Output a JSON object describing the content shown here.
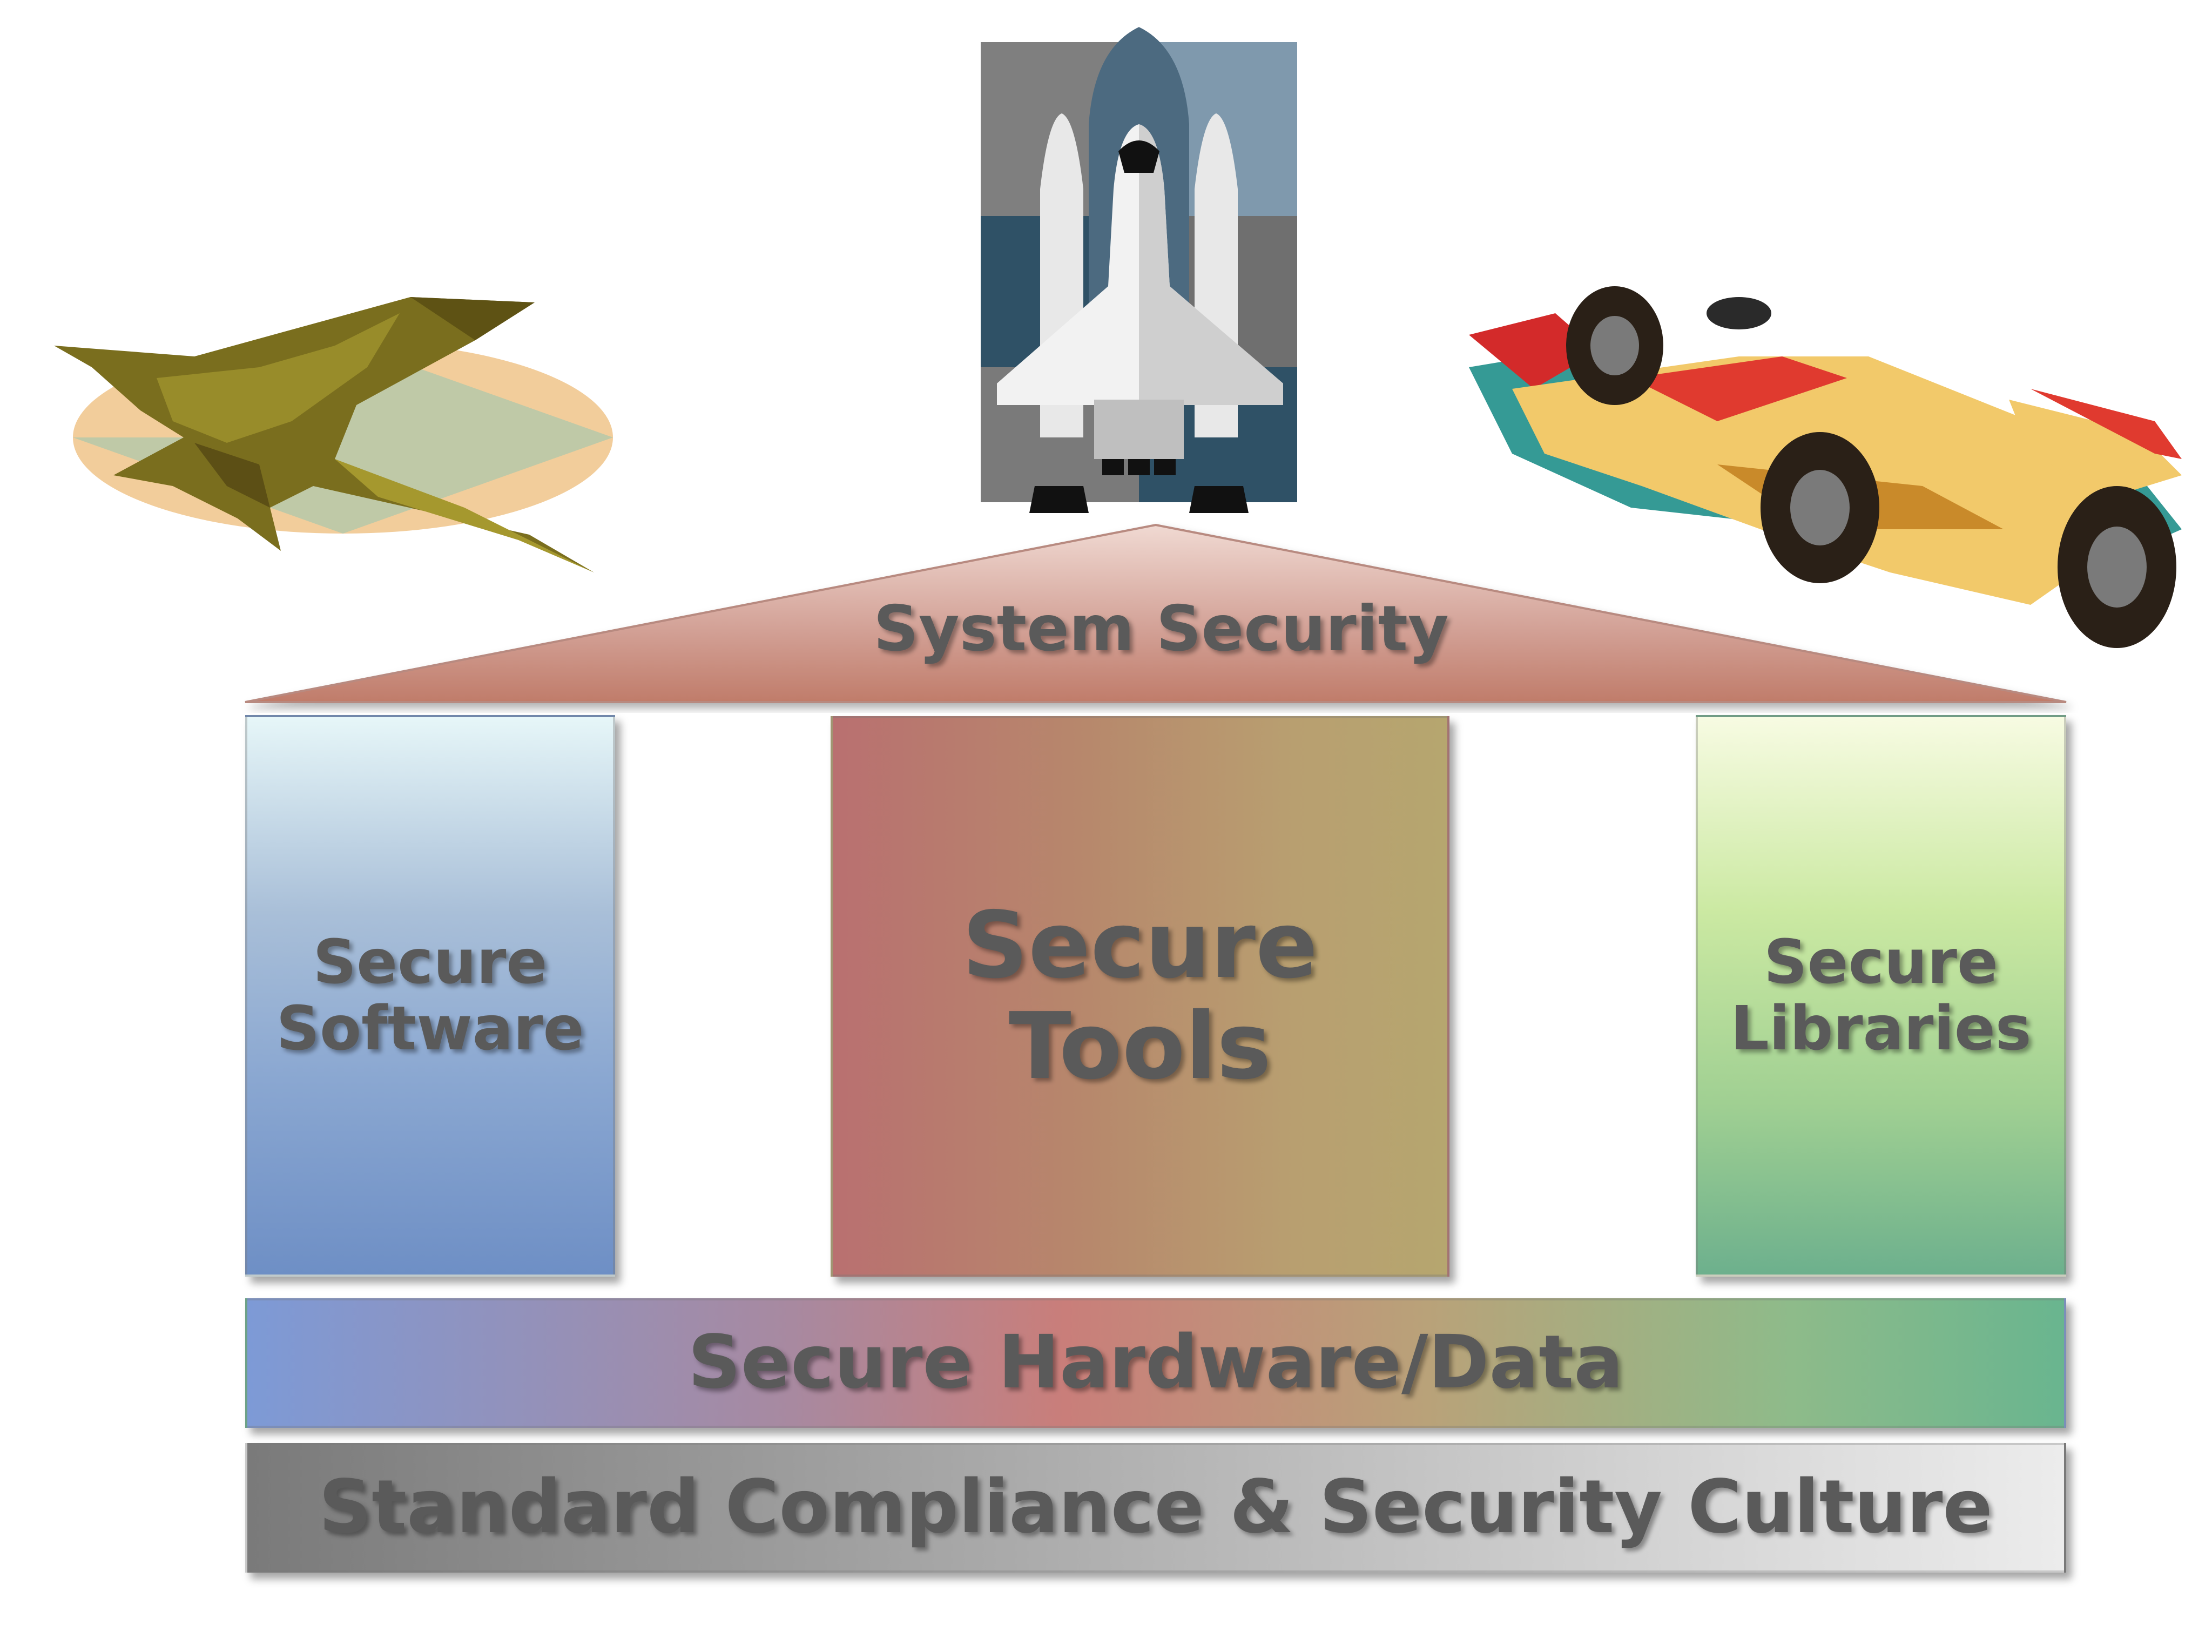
{
  "roof": {
    "label": "System Security",
    "color": "#c48a7a"
  },
  "pillars": {
    "software": {
      "line1": "Secure",
      "line2": "Software"
    },
    "tools": {
      "line1": "Secure",
      "line2": "Tools"
    },
    "libraries": {
      "line1": "Secure",
      "line2": "Libraries"
    }
  },
  "foundation": {
    "hardware": "Secure Hardware/Data",
    "culture": "Standard Compliance & Security Culture"
  },
  "illustrations": {
    "left": "fighter-jet-icon",
    "center": "space-shuttle-icon",
    "right": "race-car-icon"
  }
}
